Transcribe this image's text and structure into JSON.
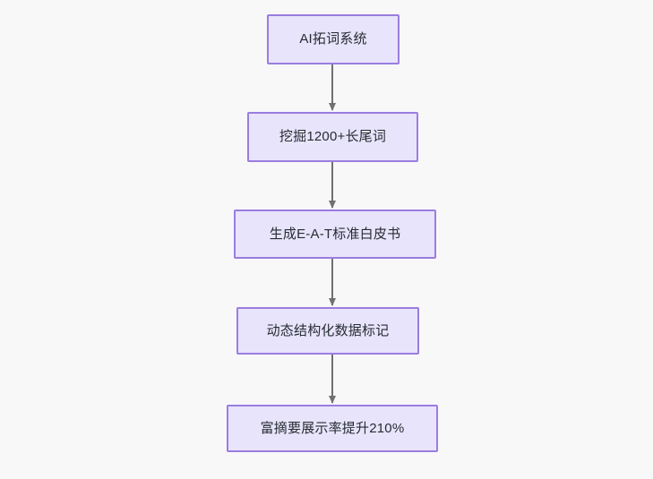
{
  "diagram": {
    "type": "flowchart",
    "orientation": "top-to-bottom",
    "background_color": "#f8f8f9",
    "node_fill_color": "#e8e4fb",
    "node_border_color": "#9a7de0",
    "node_text_color": "#262c33",
    "connector_color": "#707070",
    "nodes": [
      {
        "id": "n1",
        "label": "AI拓词系统"
      },
      {
        "id": "n2",
        "label": "挖掘1200+长尾词"
      },
      {
        "id": "n3",
        "label": "生成E-A-T标准白皮书"
      },
      {
        "id": "n4",
        "label": "动态结构化数据标记"
      },
      {
        "id": "n5",
        "label": "富摘要展示率提升210%"
      }
    ],
    "edges": [
      {
        "from": "n1",
        "to": "n2",
        "label": ""
      },
      {
        "from": "n2",
        "to": "n3",
        "label": ""
      },
      {
        "from": "n3",
        "to": "n4",
        "label": ""
      },
      {
        "from": "n4",
        "to": "n5",
        "label": ""
      }
    ]
  }
}
